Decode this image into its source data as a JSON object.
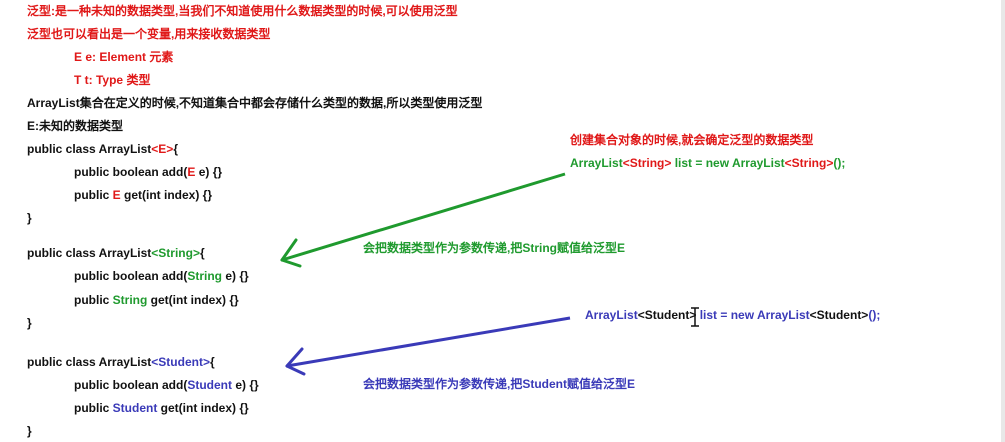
{
  "notes": {
    "intro_1": "泛型:是一种未知的数据类型,当我们不知道使用什么数据类型的时候,可以使用泛型",
    "intro_2": "泛型也可以看出是一个变量,用来接收数据类型",
    "e_def": "E e: Element 元素",
    "t_def": "T t: Type 类型",
    "arraylist_note": "ArrayList集合在定义的时候,不知道集合中都会存储什么类型的数据,所以类型使用泛型",
    "e_unknown": "E:未知的数据类型"
  },
  "block_generic": {
    "decl_pre": "public class ArrayList",
    "decl_type": "<E>",
    "decl_post": "{",
    "add_pre": "public boolean add(",
    "add_type": "E",
    "add_post": " e) {}",
    "get_pre": "public ",
    "get_type": "E",
    "get_post": " get(int index) {}",
    "close": "}"
  },
  "block_string": {
    "decl_pre": "public class ArrayList",
    "decl_type": "<String>",
    "decl_post": "{",
    "add_pre": "public boolean add(",
    "add_type": "String",
    "add_post": " e) {}",
    "get_pre": "public ",
    "get_type": "String",
    "get_post": " get(int index) {}",
    "close": "}"
  },
  "block_student": {
    "decl_pre": "public class ArrayList",
    "decl_type": "<Student>",
    "decl_post": "{",
    "add_pre": "public boolean add(",
    "add_type": "Student",
    "add_post": " e) {}",
    "get_pre": "public ",
    "get_type": "Student",
    "get_post": " get(int index) {}",
    "close": "}"
  },
  "annotations": {
    "create_note": "创建集合对象的时候,就会确定泛型的数据类型",
    "string_code_1": "ArrayList",
    "string_code_2": "<String>",
    "string_code_3": " list = new ArrayList",
    "string_code_4": "<String>",
    "string_code_5": "();",
    "string_pass": "会把数据类型作为参数传递,把String赋值给泛型E",
    "student_code_1": "ArrayList",
    "student_code_2": "<Student>",
    "student_code_3": " list = new ArrayList",
    "student_code_4": "<Student>",
    "student_code_5": "();",
    "student_pass": "会把数据类型作为参数传递,把Student赋值给泛型E"
  },
  "colors": {
    "red": "#e01818",
    "green": "#1f9a2e",
    "blue": "#3a3ab8",
    "text": "#111111"
  },
  "icons": {
    "green_arrow": "arrow-left-icon",
    "blue_arrow": "arrow-left-icon",
    "cursor": "text-cursor-icon"
  }
}
